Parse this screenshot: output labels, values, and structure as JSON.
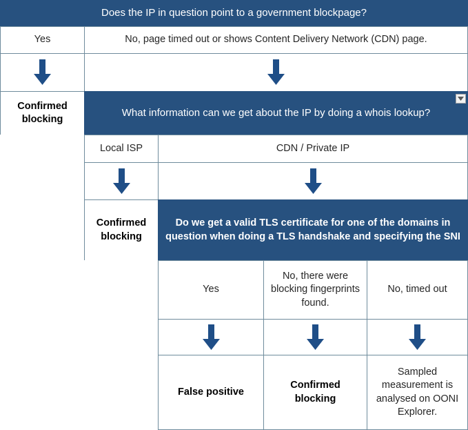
{
  "flowchart": {
    "title": "Does the IP in question point to a government blockpage?",
    "level1": {
      "question": "Does the IP in question point to a government blockpage?",
      "answer_yes": "Yes",
      "answer_no": "No, page timed out or shows Content Delivery Network (CDN) page.",
      "outcome_yes": "Confirmed\nblocking",
      "next_question": "What information can we get about the IP by doing a whois lookup?"
    },
    "level2": {
      "answer_local_isp": "Local ISP",
      "answer_cdn": "CDN / Private IP",
      "outcome_local_isp": "Confirmed\nblocking",
      "next_question": "Do we get a valid TLS certificate for one of the domains in question when doing a TLS handshake and specifying the SNI"
    },
    "level3": {
      "answers": [
        "Yes",
        "No, there were blocking fingerprints found.",
        "No, timed out"
      ],
      "outcomes": [
        "False positive",
        "Confirmed\nblocking",
        "Sampled measurement is analysed on OONI Explorer."
      ]
    },
    "icons": {
      "arrow": "arrow-down-icon",
      "dropdown": "chevron-down-icon"
    },
    "colors": {
      "banner_blue": "#27517f",
      "arrow_blue": "#1f4e87",
      "border": "#6e8b9c",
      "text": "#262626"
    }
  }
}
